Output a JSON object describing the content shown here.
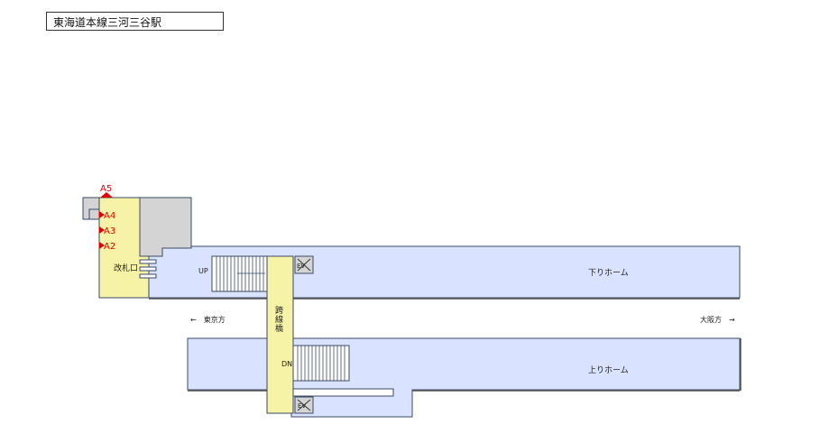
{
  "title": "東海道本線三河三谷駅",
  "labels": {
    "ticket_gate": "改札口",
    "up": "UP",
    "dn": "DN",
    "ev_top": "EV",
    "ev_bottom": "EV",
    "bridge_1": "跨",
    "bridge_2": "線",
    "bridge_3": "橋",
    "platform_down": "下りホーム",
    "platform_up": "上りホーム",
    "direction_left": "←　東京方",
    "direction_right": "大阪方　→"
  },
  "exits": [
    "A5",
    "A4",
    "A3",
    "A2"
  ],
  "colors": {
    "platform": "#d9e3ff",
    "concourse": "#f7f3a6",
    "building": "#d4d4d4",
    "outline": "#3a4a66",
    "exit": "#e00000"
  }
}
